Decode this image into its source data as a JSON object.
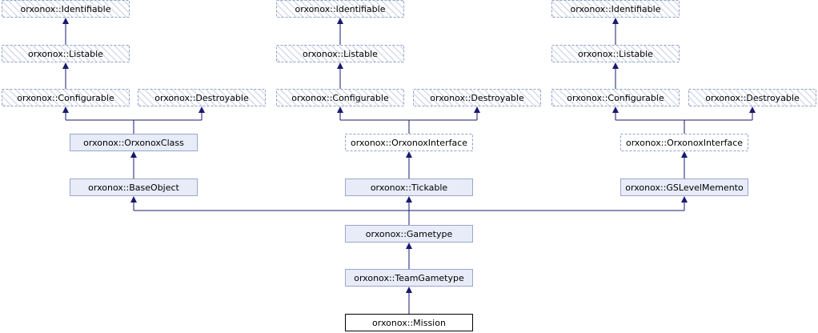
{
  "colors": {
    "edge": "#191970",
    "solid_fill": "#e8ecf8",
    "solid_stroke": "#9aa6cc",
    "dashed_stroke": "#8fa0c8",
    "hatch": "#d8dcea",
    "focus_stroke": "#000000",
    "focus_fill": "#ffffff"
  },
  "nodes": [
    {
      "id": "ident1",
      "label": "orxonox::Identifiable",
      "style": "hatched"
    },
    {
      "id": "list1",
      "label": "orxonox::Listable",
      "style": "hatched"
    },
    {
      "id": "conf1",
      "label": "orxonox::Configurable",
      "style": "hatched"
    },
    {
      "id": "dest1",
      "label": "orxonox::Destroyable",
      "style": "hatched"
    },
    {
      "id": "orxclass",
      "label": "orxonox::OrxonoxClass",
      "style": "solid"
    },
    {
      "id": "baseobj",
      "label": "orxonox::BaseObject",
      "style": "solid"
    },
    {
      "id": "ident2",
      "label": "orxonox::Identifiable",
      "style": "hatched"
    },
    {
      "id": "list2",
      "label": "orxonox::Listable",
      "style": "hatched"
    },
    {
      "id": "conf2",
      "label": "orxonox::Configurable",
      "style": "hatched"
    },
    {
      "id": "dest2",
      "label": "orxonox::Destroyable",
      "style": "hatched"
    },
    {
      "id": "orxif2",
      "label": "orxonox::OrxonoxInterface",
      "style": "dashed"
    },
    {
      "id": "tickable",
      "label": "orxonox::Tickable",
      "style": "solid"
    },
    {
      "id": "ident3",
      "label": "orxonox::Identifiable",
      "style": "hatched"
    },
    {
      "id": "list3",
      "label": "orxonox::Listable",
      "style": "hatched"
    },
    {
      "id": "conf3",
      "label": "orxonox::Configurable",
      "style": "hatched"
    },
    {
      "id": "dest3",
      "label": "orxonox::Destroyable",
      "style": "hatched"
    },
    {
      "id": "orxif3",
      "label": "orxonox::OrxonoxInterface",
      "style": "dashed"
    },
    {
      "id": "gslevel",
      "label": "orxonox::GSLevelMemento",
      "style": "solid"
    },
    {
      "id": "gametype",
      "label": "orxonox::Gametype",
      "style": "solid"
    },
    {
      "id": "teamgt",
      "label": "orxonox::TeamGametype",
      "style": "solid"
    },
    {
      "id": "mission",
      "label": "orxonox::Mission",
      "style": "focus"
    }
  ],
  "edges": [
    {
      "from": "list1",
      "to": "ident1"
    },
    {
      "from": "conf1",
      "to": "list1"
    },
    {
      "from": "orxclass",
      "to": "conf1"
    },
    {
      "from": "orxclass",
      "to": "dest1"
    },
    {
      "from": "baseobj",
      "to": "orxclass"
    },
    {
      "from": "list2",
      "to": "ident2"
    },
    {
      "from": "conf2",
      "to": "list2"
    },
    {
      "from": "orxif2",
      "to": "conf2"
    },
    {
      "from": "orxif2",
      "to": "dest2"
    },
    {
      "from": "tickable",
      "to": "orxif2"
    },
    {
      "from": "list3",
      "to": "ident3"
    },
    {
      "from": "conf3",
      "to": "list3"
    },
    {
      "from": "orxif3",
      "to": "conf3"
    },
    {
      "from": "orxif3",
      "to": "dest3"
    },
    {
      "from": "gslevel",
      "to": "orxif3"
    },
    {
      "from": "gametype",
      "to": "baseobj"
    },
    {
      "from": "gametype",
      "to": "tickable"
    },
    {
      "from": "gametype",
      "to": "gslevel"
    },
    {
      "from": "teamgt",
      "to": "gametype"
    },
    {
      "from": "mission",
      "to": "teamgt"
    }
  ]
}
